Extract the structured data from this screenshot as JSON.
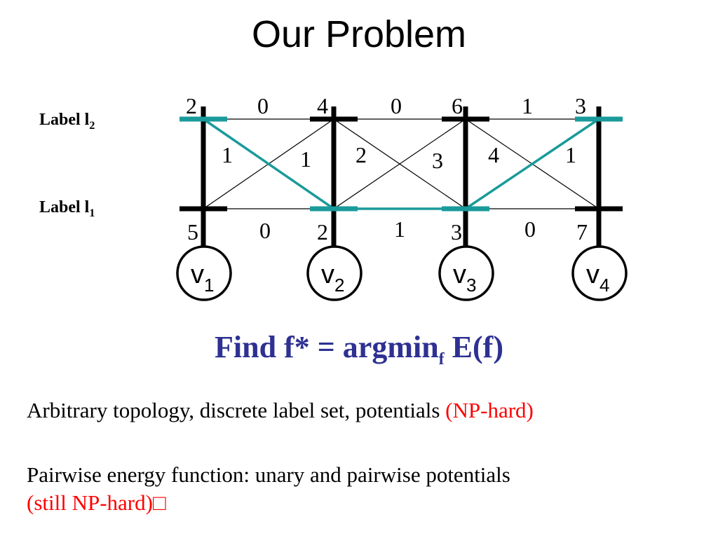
{
  "title": "Our Problem",
  "labels": {
    "l2": {
      "text": "Label l",
      "sub": "2"
    },
    "l1": {
      "text": "Label l",
      "sub": "1"
    }
  },
  "nodes": [
    {
      "name": "v",
      "sub": "1",
      "top_cost": "2",
      "bottom_cost": "5"
    },
    {
      "name": "v",
      "sub": "2",
      "top_cost": "4",
      "bottom_cost": "2"
    },
    {
      "name": "v",
      "sub": "3",
      "top_cost": "6",
      "bottom_cost": "3"
    },
    {
      "name": "v",
      "sub": "4",
      "top_cost": "3",
      "bottom_cost": "7"
    }
  ],
  "edges": {
    "top": [
      "0",
      "0",
      "1"
    ],
    "bottom": [
      "0",
      "1",
      "0"
    ],
    "cross": [
      {
        "down": "1",
        "up": "1"
      },
      {
        "down": "2",
        "up": "3"
      },
      {
        "down": "4",
        "up": "1"
      }
    ]
  },
  "find": {
    "prefix": "Find f* = argmin",
    "sub": "f",
    "suffix": " E(f)"
  },
  "line1": {
    "text": "Arbitrary topology, discrete label set, potentials ",
    "red": "(NP-hard)"
  },
  "line2": {
    "text": "Pairwise energy function: unary and pairwise potentials",
    "red": "(still NP-hard)□"
  },
  "colors": {
    "highlight": "#1a9a9a",
    "find_text": "#2e3192",
    "warning": "#ff0000"
  }
}
